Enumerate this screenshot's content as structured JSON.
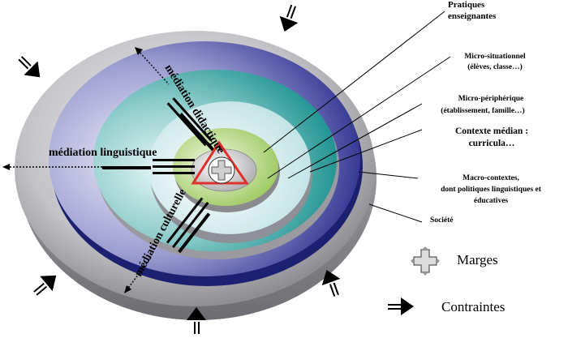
{
  "labels": {
    "pratiques": [
      "Pratiques",
      "enseignantes"
    ],
    "micro_situationnel": [
      "Micro-situationnel",
      "(élèves, classe…)"
    ],
    "micro_peripherique": [
      "Micro-périphérique",
      "(établissement, famille…)"
    ],
    "contexte_median": [
      "Contexte médian :",
      "curricula…"
    ],
    "macro_contextes": [
      "Macro-contextes,",
      "dont politiques linguistiques  et",
      "éducatives"
    ],
    "societe": "Société"
  },
  "mediations": {
    "linguistique": "médiation linguistique",
    "didactique": "médiation didactique",
    "culturelle": "médiation culturelle"
  },
  "legend": {
    "marges": "Marges",
    "contraintes": "Contraintes"
  },
  "colors": {
    "society_ring": "#a9a9ae",
    "macro_ring": "#2e3590",
    "micro_peripherique_ring": "#1f9c9a",
    "micro_situationnel_ring": "#d6ecee",
    "median_ring": "#a8d068",
    "core": "#d8d8d8",
    "triangle": "#e0302a"
  }
}
